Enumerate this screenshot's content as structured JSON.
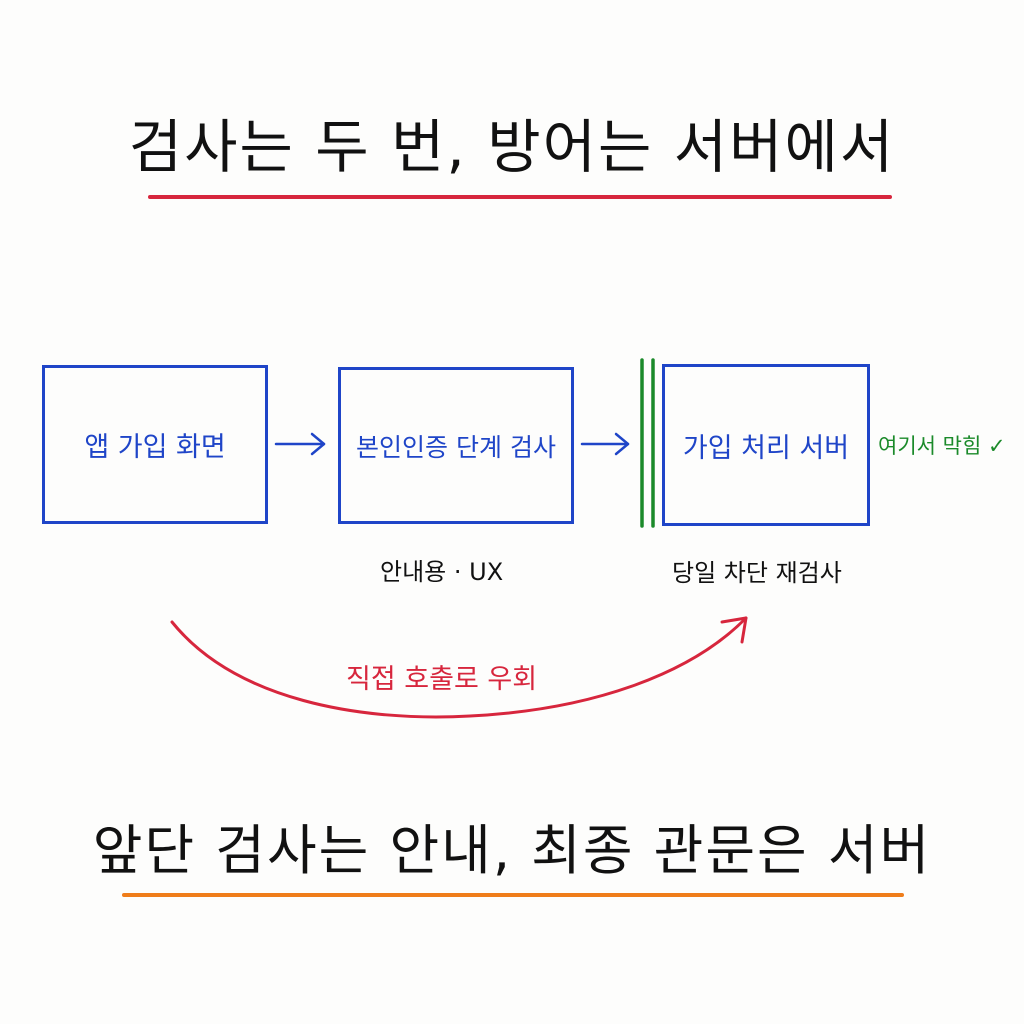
{
  "title_top": "검사는 두 번, 방어는 서버에서",
  "title_bottom": "앞단 검사는 안내, 최종 관문은 서버",
  "boxes": {
    "app_signup": "앱 가입 화면",
    "identity_check": "본인인증 단계 검사",
    "signup_server": "가입 처리 서버"
  },
  "captions": {
    "identity_check": "안내용 · UX",
    "signup_server": "당일 차단 재검사"
  },
  "blocked_note": "여기서 막힘 ✓",
  "bypass_label": "직접 호출로 우회",
  "colors": {
    "box_blue": "#1f45c8",
    "bypass_red": "#d7263d",
    "gate_green": "#1b8a2a",
    "bottom_underline_orange": "#ef7d1a"
  }
}
